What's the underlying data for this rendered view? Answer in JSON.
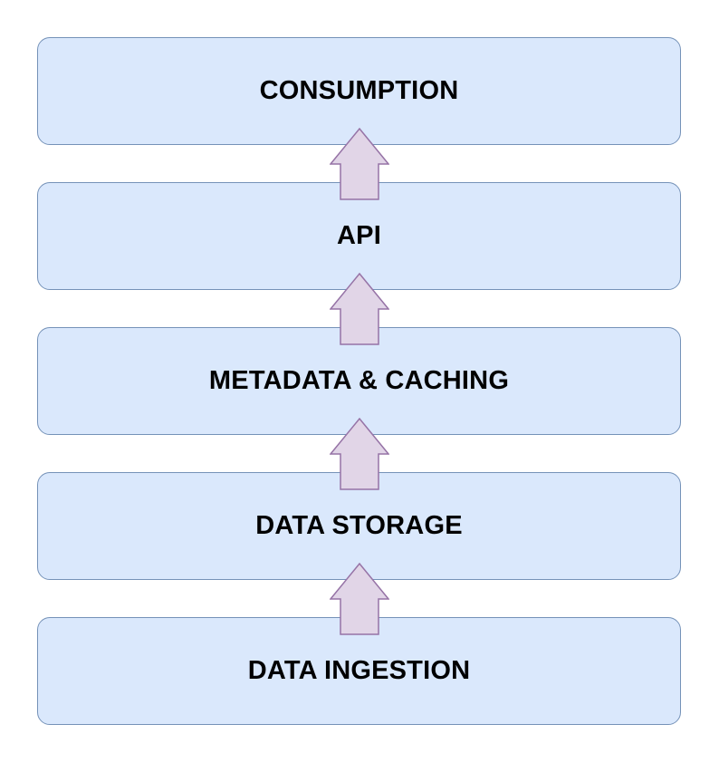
{
  "layers": [
    {
      "label": "CONSUMPTION"
    },
    {
      "label": "API"
    },
    {
      "label": "METADATA & CACHING"
    },
    {
      "label": "DATA STORAGE"
    },
    {
      "label": "DATA INGESTION"
    }
  ],
  "colors": {
    "layer_fill": "#dae8fc",
    "layer_border": "#7592b8",
    "arrow_fill": "#e1d5e7",
    "arrow_border": "#9673a6",
    "text": "#000000"
  },
  "icons": {
    "connector": "up-arrow-icon"
  }
}
